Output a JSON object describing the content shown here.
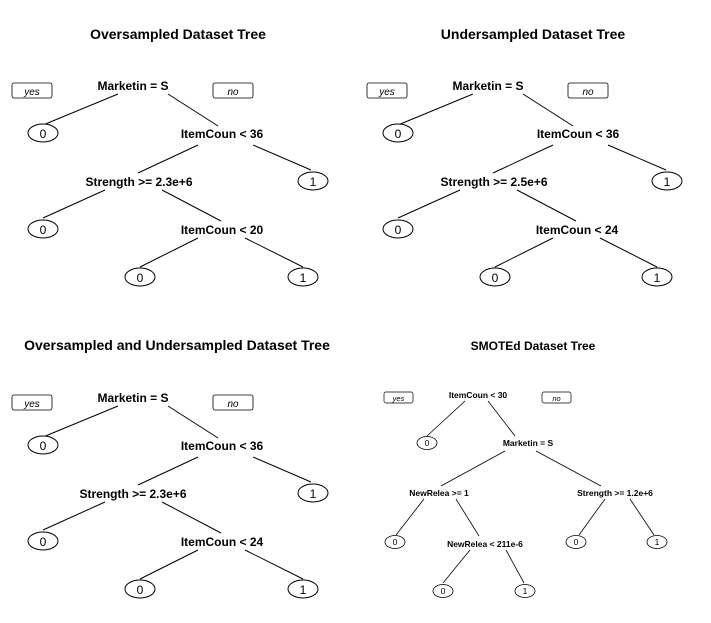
{
  "panels": [
    {
      "title": "Oversampled Dataset Tree",
      "yes_label": "yes",
      "no_label": "no",
      "nodes": [
        {
          "id": "n1",
          "split": "Marketin = S"
        },
        {
          "id": "l1",
          "leaf": "0"
        },
        {
          "id": "n2",
          "split": "ItemCoun < 36"
        },
        {
          "id": "n3",
          "split": "Strength >= 2.3e+6"
        },
        {
          "id": "l2",
          "leaf": "1"
        },
        {
          "id": "l3",
          "leaf": "0"
        },
        {
          "id": "n4",
          "split": "ItemCoun < 20"
        },
        {
          "id": "l4",
          "leaf": "0"
        },
        {
          "id": "l5",
          "leaf": "1"
        }
      ]
    },
    {
      "title": "Undersampled Dataset Tree",
      "yes_label": "yes",
      "no_label": "no",
      "nodes": [
        {
          "id": "n1",
          "split": "Marketin = S"
        },
        {
          "id": "l1",
          "leaf": "0"
        },
        {
          "id": "n2",
          "split": "ItemCoun < 36"
        },
        {
          "id": "n3",
          "split": "Strength >= 2.5e+6"
        },
        {
          "id": "l2",
          "leaf": "1"
        },
        {
          "id": "l3",
          "leaf": "0"
        },
        {
          "id": "n4",
          "split": "ItemCoun < 24"
        },
        {
          "id": "l4",
          "leaf": "0"
        },
        {
          "id": "l5",
          "leaf": "1"
        }
      ]
    },
    {
      "title": "Oversampled and Undersampled Dataset Tree",
      "yes_label": "yes",
      "no_label": "no",
      "nodes": [
        {
          "id": "n1",
          "split": "Marketin = S"
        },
        {
          "id": "l1",
          "leaf": "0"
        },
        {
          "id": "n2",
          "split": "ItemCoun < 36"
        },
        {
          "id": "n3",
          "split": "Strength >= 2.3e+6"
        },
        {
          "id": "l2",
          "leaf": "1"
        },
        {
          "id": "l3",
          "leaf": "0"
        },
        {
          "id": "n4",
          "split": "ItemCoun < 24"
        },
        {
          "id": "l4",
          "leaf": "0"
        },
        {
          "id": "l5",
          "leaf": "1"
        }
      ]
    },
    {
      "title": "SMOTEd Dataset Tree",
      "yes_label": "yes",
      "no_label": "no",
      "nodes": [
        {
          "id": "n1",
          "split": "ItemCoun < 30"
        },
        {
          "id": "l1",
          "leaf": "0"
        },
        {
          "id": "n2",
          "split": "Marketin = S"
        },
        {
          "id": "n3",
          "split": "NewRelea >= 1"
        },
        {
          "id": "n4",
          "split": "Strength >= 1.2e+6"
        },
        {
          "id": "l2",
          "leaf": "0"
        },
        {
          "id": "n5",
          "split": "NewRelea < 211e-6"
        },
        {
          "id": "l3",
          "leaf": "0"
        },
        {
          "id": "l4",
          "leaf": "1"
        },
        {
          "id": "l5",
          "leaf": "0"
        },
        {
          "id": "l6",
          "leaf": "1"
        }
      ]
    }
  ]
}
